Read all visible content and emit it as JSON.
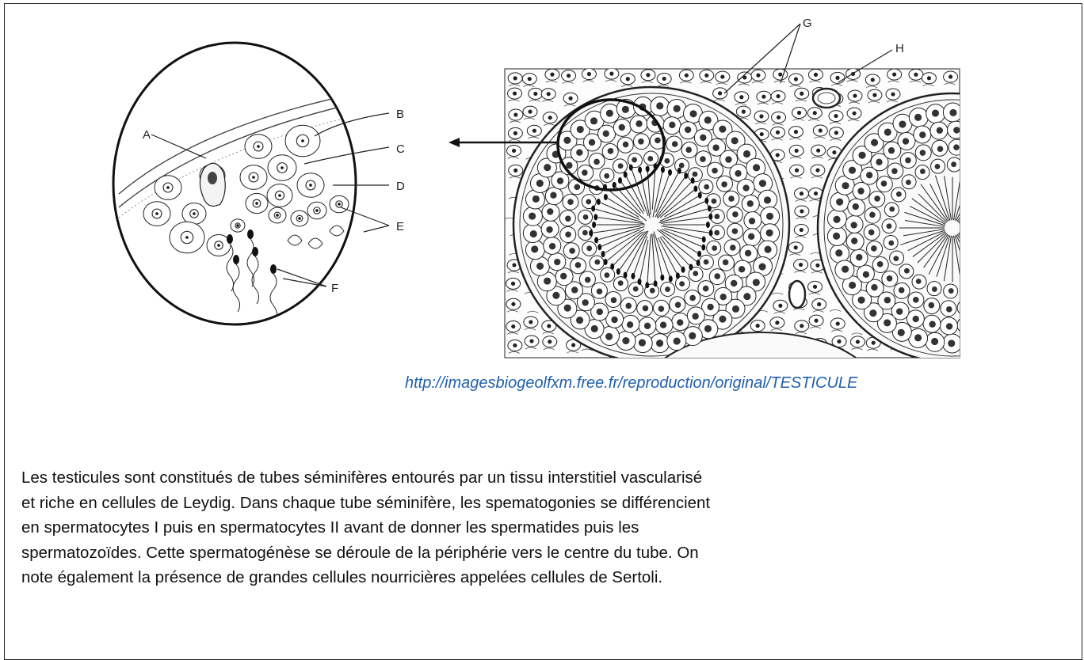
{
  "labels": {
    "A": "A",
    "B": "B",
    "C": "C",
    "D": "D",
    "E": "E",
    "F": "F",
    "G": "G",
    "H": "H"
  },
  "source_url": "http://imagesbiogeolfxm.free.fr/reproduction/original/TESTICULE",
  "paragraph": [
    "Les testicules sont constitués de tubes séminifères entourés par un tissu interstitiel vascularisé",
    "et riche en cellules de Leydig. Dans chaque tube séminifère, les spematogonies se différencient",
    "en spermatocytes I puis en spermatocytes II avant de donner les spermatides puis les",
    "spermatozoïdes. Cette spermatogénèse se déroule de la périphérie vers le centre du tube. On",
    "note également la présence de grandes cellules nourricières appelées cellules de Sertoli."
  ]
}
